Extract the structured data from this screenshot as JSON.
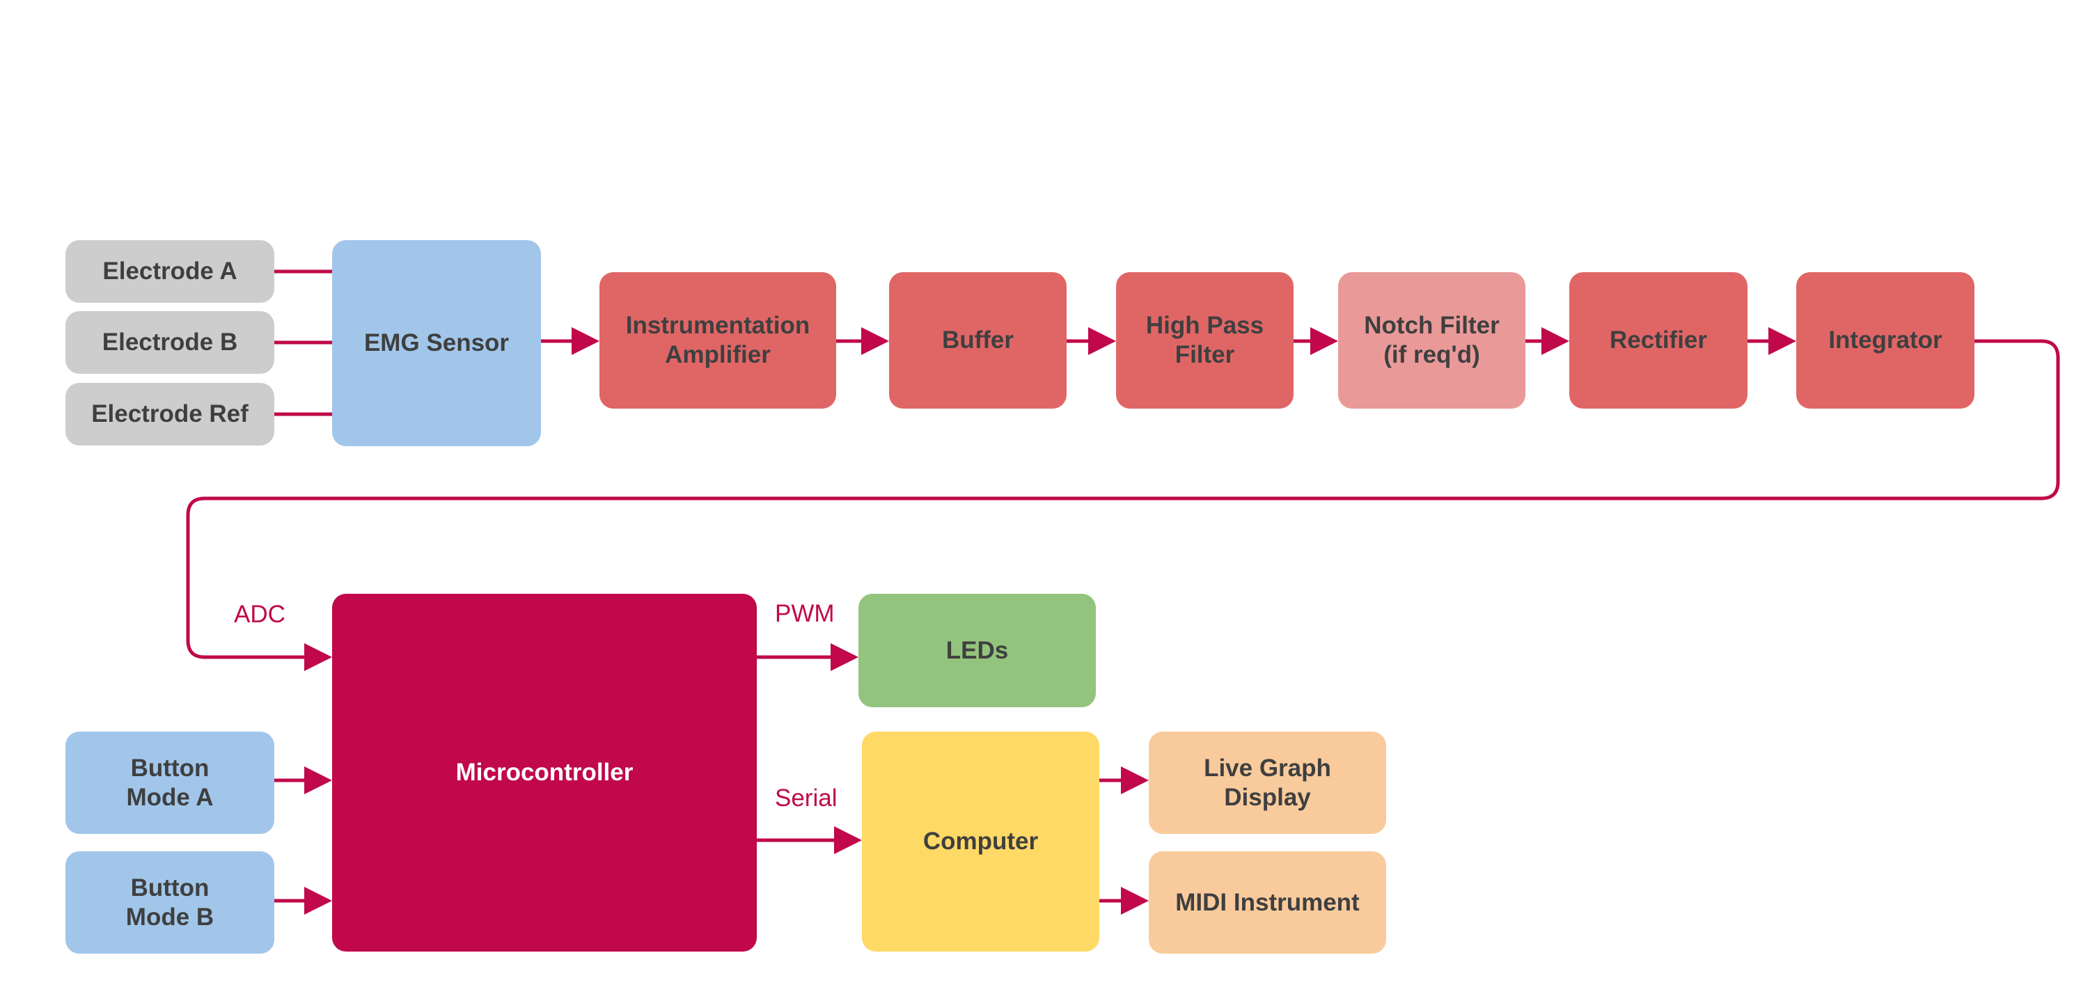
{
  "colors": {
    "connector": "#c0084a",
    "electrode": "#cdcdcd",
    "sensor": "#a1c6ea",
    "processing": "#e06666",
    "optional_processing": "#ea9999",
    "microcontroller": "#c0084a",
    "leds": "#93c47d",
    "computer": "#ffd966",
    "output": "#f9cb9c",
    "dark_text": "#3f3f3f",
    "light_text": "#ffffff"
  },
  "nodes": {
    "electrode_a": {
      "lines": [
        "Electrode A"
      ],
      "color": "electrode"
    },
    "electrode_b": {
      "lines": [
        "Electrode B"
      ],
      "color": "electrode"
    },
    "electrode_ref": {
      "lines": [
        "Electrode Ref"
      ],
      "color": "electrode"
    },
    "emg_sensor": {
      "lines": [
        "EMG Sensor"
      ],
      "color": "sensor"
    },
    "instrumentation_amplifier": {
      "lines": [
        "Instrumentation",
        "Amplifier"
      ],
      "color": "processing"
    },
    "buffer": {
      "lines": [
        "Buffer"
      ],
      "color": "processing"
    },
    "high_pass_filter": {
      "lines": [
        "High Pass",
        "Filter"
      ],
      "color": "processing"
    },
    "notch_filter": {
      "lines": [
        "Notch Filter",
        "(if req'd)"
      ],
      "color": "optional_processing"
    },
    "rectifier": {
      "lines": [
        "Rectifier"
      ],
      "color": "processing"
    },
    "integrator": {
      "lines": [
        "Integrator"
      ],
      "color": "processing"
    },
    "microcontroller": {
      "lines": [
        "Microcontroller"
      ],
      "color": "microcontroller"
    },
    "leds": {
      "lines": [
        "LEDs"
      ],
      "color": "leds"
    },
    "computer": {
      "lines": [
        "Computer"
      ],
      "color": "computer"
    },
    "button_mode_a": {
      "lines": [
        "Button",
        "Mode A"
      ],
      "color": "sensor"
    },
    "button_mode_b": {
      "lines": [
        "Button",
        "Mode B"
      ],
      "color": "sensor"
    },
    "live_graph_display": {
      "lines": [
        "Live Graph",
        "Display"
      ],
      "color": "output"
    },
    "midi_instrument": {
      "lines": [
        "MIDI Instrument"
      ],
      "color": "output"
    }
  },
  "connections": [
    {
      "from": "electrode_a",
      "to": "emg_sensor",
      "arrow": false
    },
    {
      "from": "electrode_b",
      "to": "emg_sensor",
      "arrow": false
    },
    {
      "from": "electrode_ref",
      "to": "emg_sensor",
      "arrow": false
    },
    {
      "from": "emg_sensor",
      "to": "instrumentation_amplifier",
      "arrow": true
    },
    {
      "from": "instrumentation_amplifier",
      "to": "buffer",
      "arrow": true
    },
    {
      "from": "buffer",
      "to": "high_pass_filter",
      "arrow": true
    },
    {
      "from": "high_pass_filter",
      "to": "notch_filter",
      "arrow": true
    },
    {
      "from": "notch_filter",
      "to": "rectifier",
      "arrow": true
    },
    {
      "from": "rectifier",
      "to": "integrator",
      "arrow": true
    },
    {
      "from": "integrator",
      "to": "microcontroller",
      "arrow": true,
      "label": "ADC"
    },
    {
      "from": "microcontroller",
      "to": "leds",
      "arrow": true,
      "label": "PWM"
    },
    {
      "from": "microcontroller",
      "to": "computer",
      "arrow": true,
      "label": "Serial"
    },
    {
      "from": "button_mode_a",
      "to": "microcontroller",
      "arrow": true
    },
    {
      "from": "button_mode_b",
      "to": "microcontroller",
      "arrow": true
    },
    {
      "from": "computer",
      "to": "live_graph_display",
      "arrow": true
    },
    {
      "from": "computer",
      "to": "midi_instrument",
      "arrow": true
    }
  ]
}
